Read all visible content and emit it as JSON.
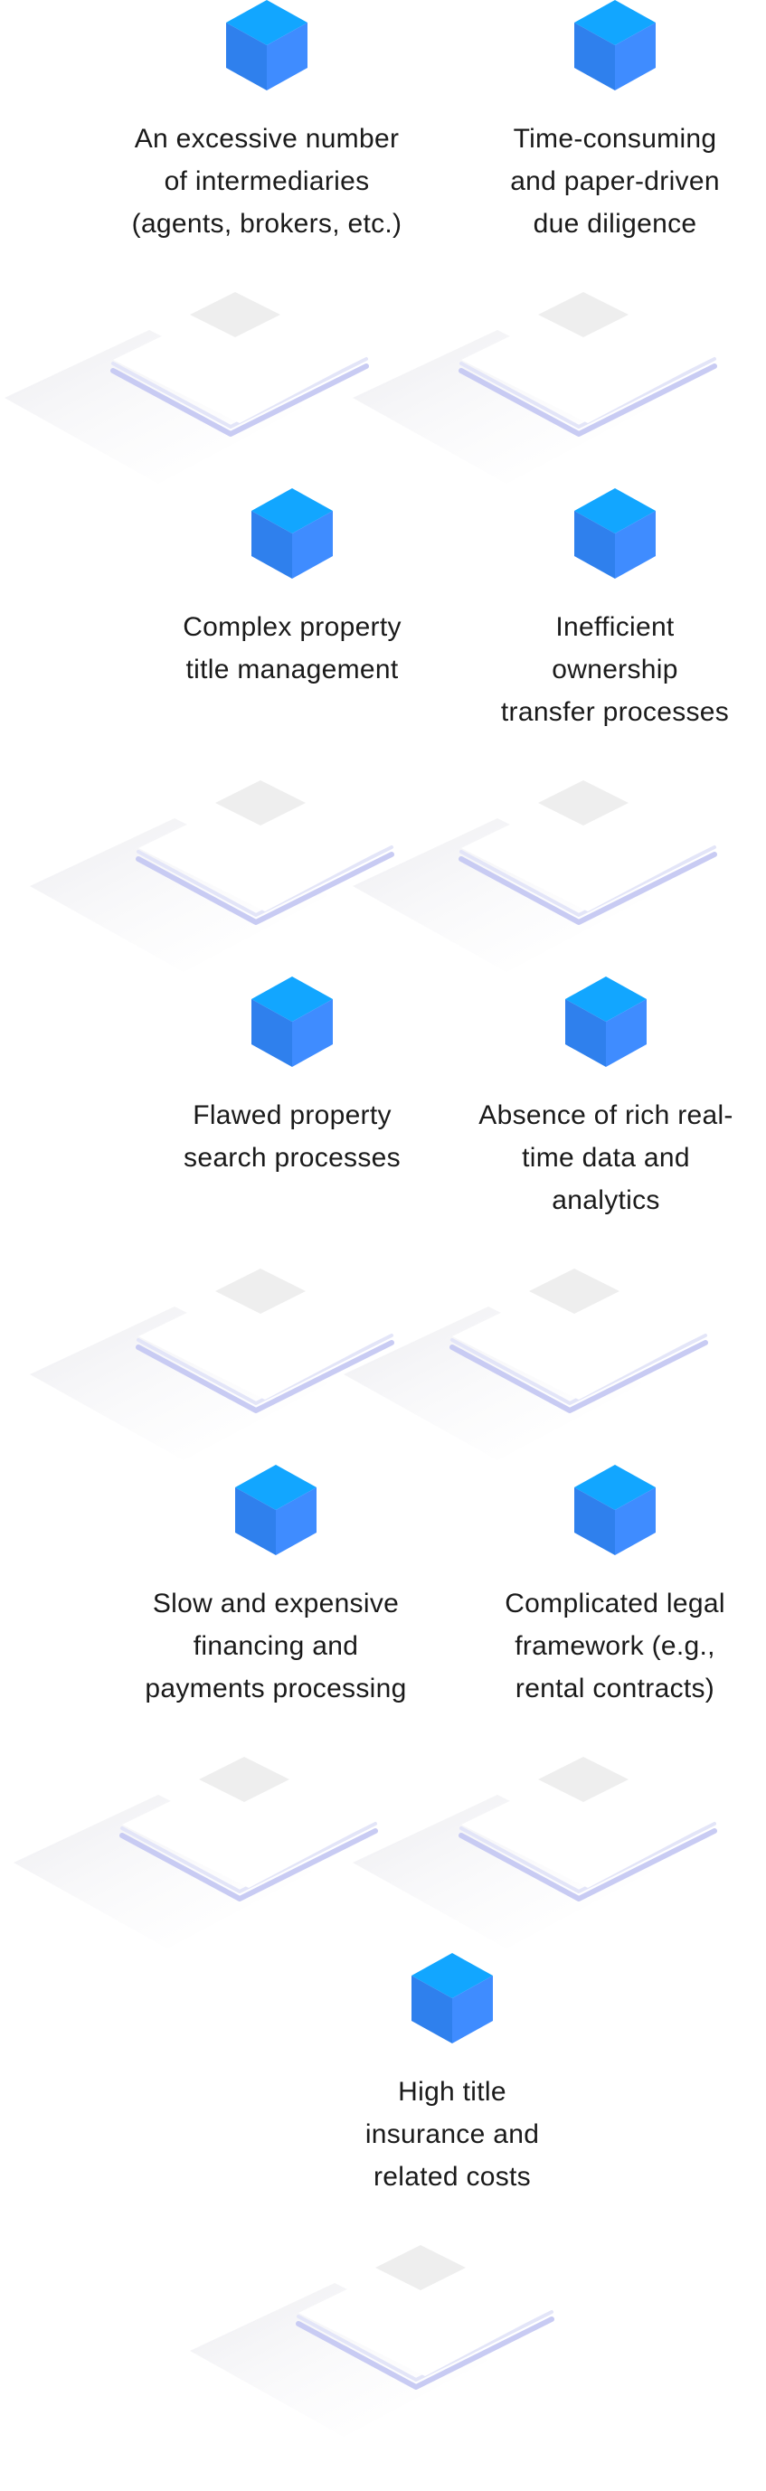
{
  "items": [
    {
      "lines": [
        "An excessive number",
        "of intermediaries",
        "(agents, brokers, etc.)"
      ],
      "icon": "cube-icon"
    },
    {
      "lines": [
        "Time-consuming",
        "and paper-driven",
        "due diligence"
      ],
      "icon": "cube-icon"
    },
    {
      "lines": [
        "Complex property",
        "title management"
      ],
      "icon": "cube-icon"
    },
    {
      "lines": [
        "Inefficient",
        "ownership",
        "transfer processes"
      ],
      "icon": "cube-icon"
    },
    {
      "lines": [
        "Flawed property",
        "search processes"
      ],
      "icon": "cube-icon"
    },
    {
      "lines": [
        "Absence of rich real-",
        "time data and",
        "analytics"
      ],
      "icon": "cube-icon"
    },
    {
      "lines": [
        "Slow and expensive",
        "financing and",
        "payments processing"
      ],
      "icon": "cube-icon"
    },
    {
      "lines": [
        "Complicated legal",
        "framework (e.g.,",
        "rental contracts)"
      ],
      "icon": "cube-icon"
    },
    {
      "lines": [
        "High title",
        "insurance and",
        "related costs"
      ],
      "icon": "cube-icon"
    }
  ],
  "colors": {
    "cube_top": "#12a6ff",
    "cube_left": "#2f80ed",
    "cube_right": "#3f8cff",
    "platform_edge": "#c8cbf3",
    "text": "#1a1a1a"
  }
}
